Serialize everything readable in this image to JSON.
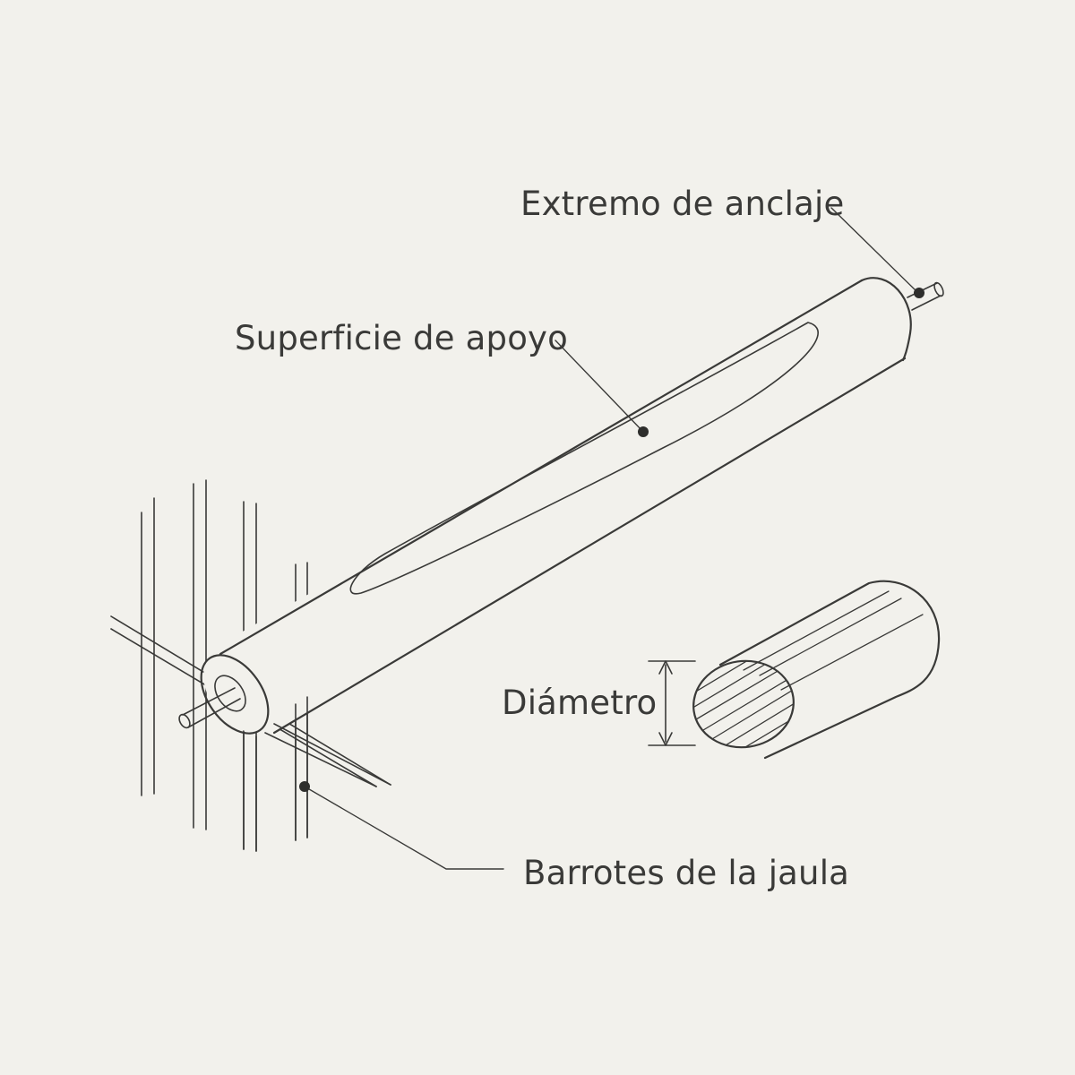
{
  "labels": {
    "anchor_end": "Extremo de anclaje",
    "bearing_surface": "Superficie de apoyo",
    "diameter": "Diámetro",
    "cage_bars": "Barrotes de la jaula"
  },
  "colors": {
    "background": "#f2f1ec",
    "ink": "#3a3a38"
  }
}
